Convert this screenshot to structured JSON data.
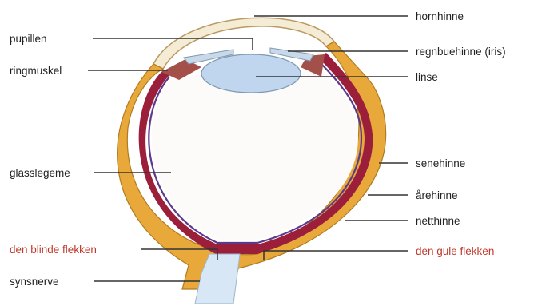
{
  "labels": {
    "hornhinne": "hornhinne",
    "pupillen": "pupillen",
    "regnbuehinne": "regnbuehinne (iris)",
    "ringmuskel": "ringmuskel",
    "linse": "linse",
    "glasslegeme": "glasslegeme",
    "senehinne": "senehinne",
    "arehinne": "årehinne",
    "netthinne": "netthinne",
    "blinde_flekken": "den blinde flekken",
    "gule_flekken": "den gule flekken",
    "synsnerve": "synsnerve"
  },
  "colors": {
    "text": "#222222",
    "highlight_text": "#c0392b",
    "sclera": "#e8a93a",
    "choroid": "#9b1f3a",
    "retina": "#5b3a8c",
    "cornea": "#f5ecd6",
    "lens": "#bfd6ee",
    "vitreous": "#fdfbfa",
    "leader": "#333333"
  }
}
